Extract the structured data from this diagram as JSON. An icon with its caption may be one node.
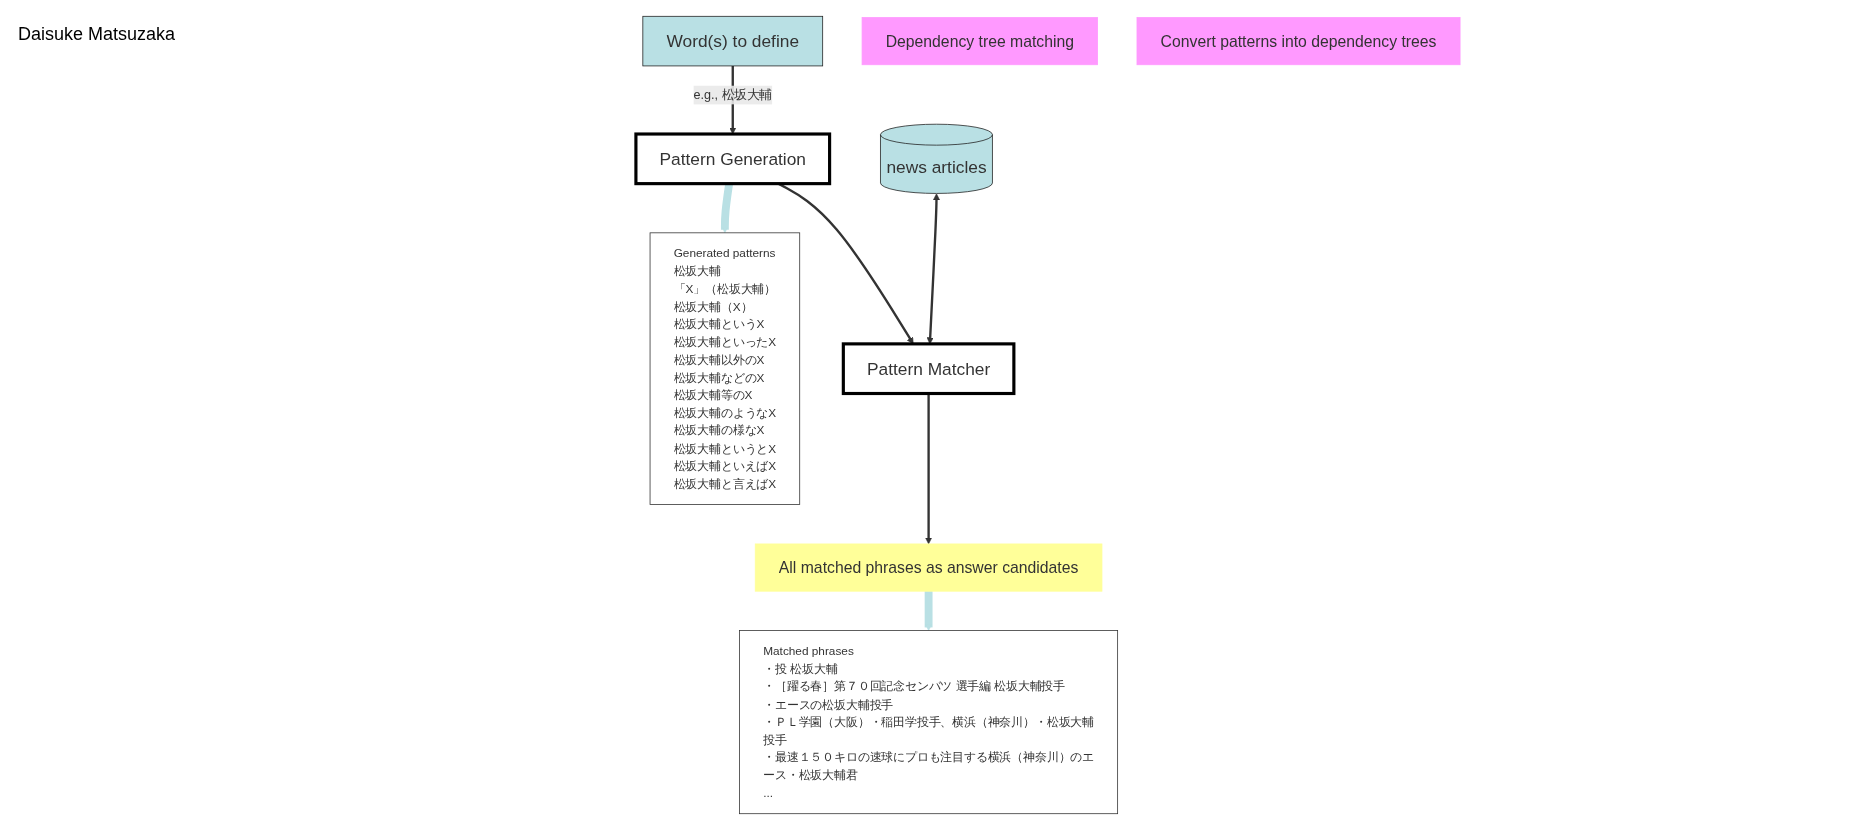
{
  "diagram": {
    "nodes": [
      {
        "text": [
          "Word(s) to define"
        ]
      },
      {
        "text": [
          "Pattern Generation"
        ]
      },
      {
        "text": [
          "Dependency tree matching"
        ]
      },
      {
        "text": [
          "news articles"
        ]
      },
      {
        "text": [
          "Pattern Matcher"
        ]
      },
      {
        "text": [
          "Convert patterns into dependency trees"
        ]
      },
      {
        "text": [
          "Generated patterns",
          "松坂大輔",
          "「X」（松坂大輔）",
          "松坂大輔（X）",
          "松坂大輔というX",
          "松坂大輔といったX",
          "松坂大輔以外のX",
          "松坂大輔などのX",
          "松坂大輔等のX",
          "松坂大輔のようなX",
          "松坂大輔の様なX",
          "松坂大輔というとX",
          "松坂大輔といえばX",
          "松坂大輔と言えばX"
        ]
      },
      {
        "text": [
          "All matched phrases as answer candidates"
        ]
      },
      {
        "text": [
          "Matched phrases",
          "・投 松坂大輔",
          "・［躍る春］第７０回記念センバツ 選手編 松坂大輔投手",
          "・エースの松坂大輔投手",
          "・ＰＬ学園（大阪）・稲田学投手、横浜（神奈川）・松坂大輔投手",
          "・最速１５０キロの速球にプロも注目する横浜（神奈川）のエース・松坂大輔君",
          "..."
        ]
      }
    ],
    "edges": [
      {
        "from": 0,
        "to": 1,
        "arrow": "to",
        "label": "e.g., 松坂大輔"
      },
      {
        "from": 1,
        "to": 6,
        "arrow": "to",
        "style": "thick",
        "color": "#b9e0e4"
      },
      {
        "from": 1,
        "to": 4,
        "arrow": "to"
      },
      {
        "from": 3,
        "to": 4,
        "arrow": "both"
      },
      {
        "from": 4,
        "to": 7,
        "arrow": "to"
      },
      {
        "from": 7,
        "to": 8,
        "arrow": "to",
        "style": "thick",
        "color": "#b9e0e4"
      }
    ],
    "labels": [
      "Daisuke Matsuzaka"
    ]
  }
}
